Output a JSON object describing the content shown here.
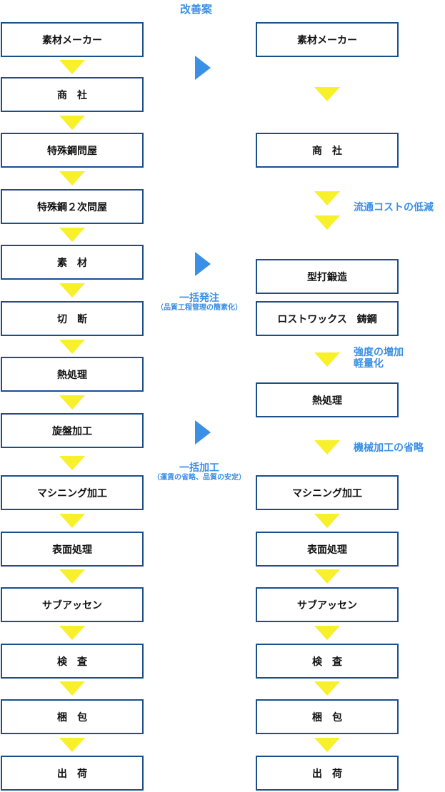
{
  "title": "改善案",
  "left_steps": [
    "素材メーカー",
    "商　社",
    "特殊鋼問屋",
    "特殊鋼２次問屋",
    "素　材",
    "切　断",
    "熱処理",
    "旋盤加工",
    "マシニング加工",
    "表面処理",
    "サブアッセン",
    "検　査",
    "梱　包",
    "出　荷"
  ],
  "right_steps": [
    "素材メーカー",
    "商　社",
    "型打鍛造",
    "ロストワックス　鋳鋼",
    "熱処理",
    "マシニング加工",
    "表面処理",
    "サブアッセン",
    "検　査",
    "梱　包",
    "出　荷"
  ],
  "notes": {
    "distribution": "流通コストの低減",
    "bulk_order": "一括発注",
    "bulk_order_sub": "（品質工程管理の簡素化）",
    "strength_1": "強度の増加",
    "strength_2": "軽量化",
    "machining_omit": "機械加工の省略",
    "bulk_process": "一括加工",
    "bulk_process_sub": "（運賃の省略、品質の安定）"
  },
  "colors": {
    "box_border": "#1a4f8c",
    "arrow_down": "#f7f02a",
    "arrow_right": "#3a8fe6",
    "note_text": "#3a8fe6"
  }
}
